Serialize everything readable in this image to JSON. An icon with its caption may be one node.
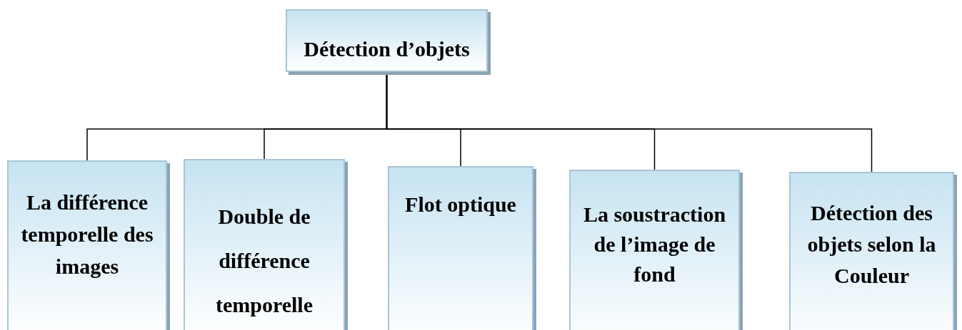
{
  "diagram": {
    "nodes": [
      {
        "text": [
          "Détection d’objets"
        ]
      },
      {
        "text": [
          "La différence temporelle des images"
        ]
      },
      {
        "text": [
          "Double de différence temporelle"
        ]
      },
      {
        "text": [
          "Flot optique"
        ]
      },
      {
        "text": [
          "La soustraction de l’image de fond"
        ]
      },
      {
        "text": [
          "Détection des objets selon la Couleur"
        ]
      }
    ],
    "edges": [
      {
        "from": 0,
        "to": 1,
        "arrow": "none"
      },
      {
        "from": 0,
        "to": 2,
        "arrow": "none"
      },
      {
        "from": 0,
        "to": 3,
        "arrow": "none"
      },
      {
        "from": 0,
        "to": 4,
        "arrow": "none"
      },
      {
        "from": 0,
        "to": 5,
        "arrow": "none"
      }
    ]
  }
}
